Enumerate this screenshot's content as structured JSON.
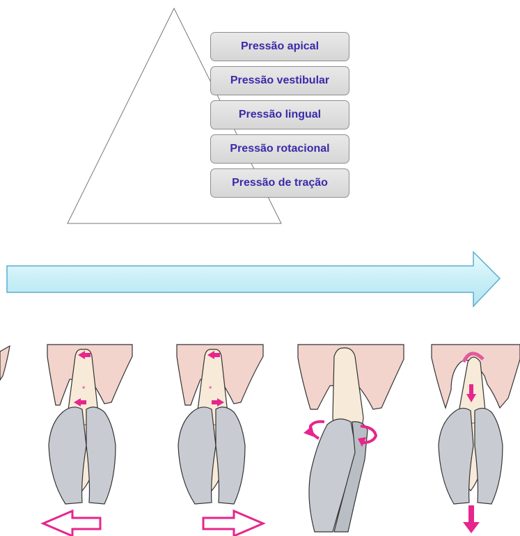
{
  "steps": [
    {
      "label": "Pressão apical"
    },
    {
      "label": "Pressão vestibular"
    },
    {
      "label": "Pressão lingual"
    },
    {
      "label": "Pressão rotacional"
    },
    {
      "label": "Pressão de tração"
    }
  ],
  "colors": {
    "label_text": "#3a2aa8",
    "arrow_fill": "#ccf2f8",
    "arrow_stroke": "#5aaecd",
    "force_arrow": "#e6268c",
    "gum": "#f2d4cd",
    "tooth": "#f7ead8",
    "forceps": "#c8ccd2"
  }
}
